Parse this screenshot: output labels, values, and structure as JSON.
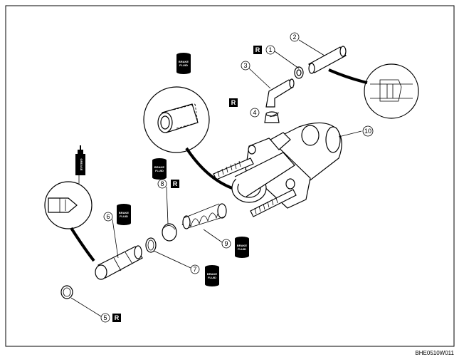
{
  "callouts": [
    "1",
    "2",
    "3",
    "4",
    "5",
    "6",
    "7",
    "8",
    "9",
    "10"
  ],
  "replace_mark": "R",
  "brake_fluid_label_line1": "BRAKE",
  "brake_fluid_label_line2": "FLUID",
  "grease_label": "GREASE",
  "figure_code": "BHE0510W011",
  "colors": {
    "ink": "#000000",
    "paper": "#ffffff"
  }
}
